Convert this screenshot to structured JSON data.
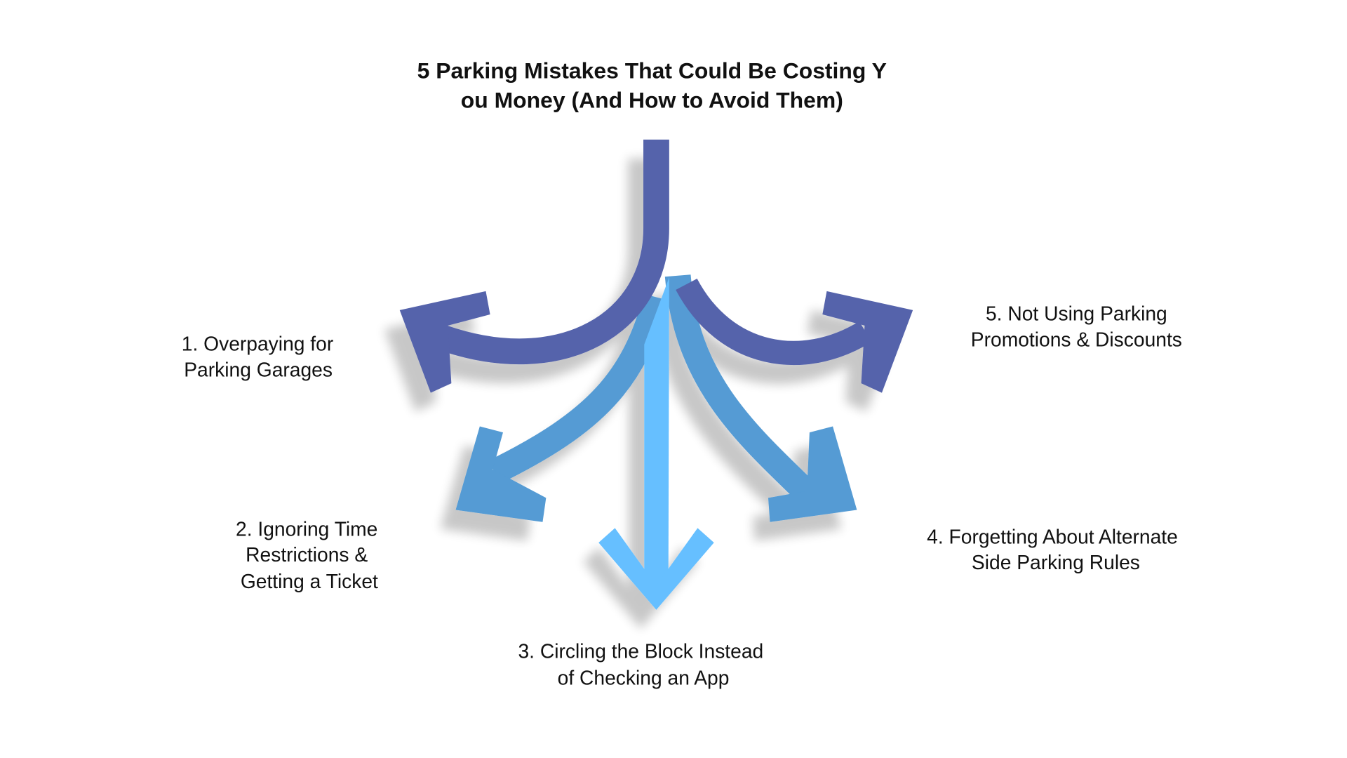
{
  "title": {
    "line1": "5 Parking Mistakes That Could Be Costing Y",
    "line2": "ou Money (And How to Avoid Them)"
  },
  "colors": {
    "dark_arrow": "#5563AB",
    "mid_arrow": "#549BD4",
    "light_arrow": "#66BFFF"
  },
  "items": [
    {
      "lines": [
        "1. Overpaying for",
        "Parking Garages"
      ]
    },
    {
      "lines": [
        "2. Ignoring Time",
        "Restrictions &",
        "Getting a Ticket"
      ]
    },
    {
      "lines": [
        "3. Circling the Block Instead",
        "of Checking an App"
      ]
    },
    {
      "lines": [
        "4. Forgetting About Alternate",
        "Side Parking Rules"
      ]
    },
    {
      "lines": [
        "5. Not Using Parking",
        "Promotions & Discounts"
      ]
    }
  ]
}
